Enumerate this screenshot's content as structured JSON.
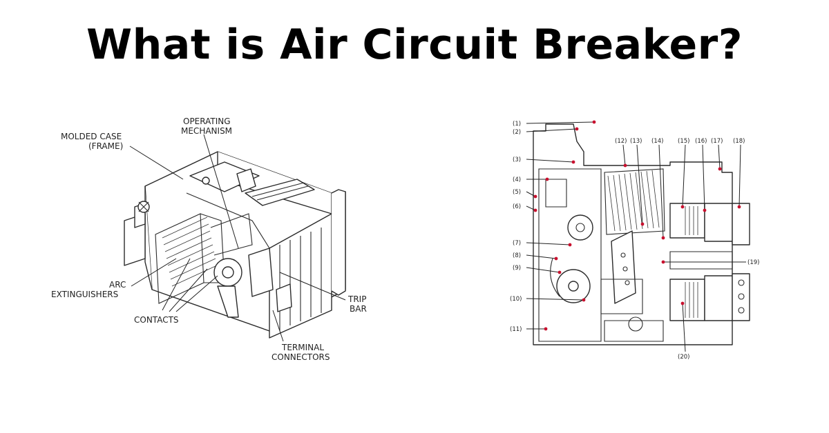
{
  "title": "What is Air Circuit Breaker?",
  "left_diagram": {
    "labels": {
      "molded_case_1": "MOLDED CASE",
      "molded_case_2": "(FRAME)",
      "operating_1": "OPERATING",
      "operating_2": "MECHANISM",
      "arc_1": "ARC",
      "arc_2": "EXTINGUISHERS",
      "contacts": "CONTACTS",
      "trip_1": "TRIP",
      "trip_2": "BAR",
      "terminal_1": "TERMINAL",
      "terminal_2": "CONNECTORS"
    }
  },
  "right_diagram": {
    "numbers": {
      "n1": "(1)",
      "n2": "(2)",
      "n3": "(3)",
      "n4": "(4)",
      "n5": "(5)",
      "n6": "(6)",
      "n7": "(7)",
      "n8": "(8)",
      "n9": "(9)",
      "n10": "(10)",
      "n11": "(11)",
      "n12": "(12)",
      "n13": "(13)",
      "n14": "(14)",
      "n15": "(15)",
      "n16": "(16)",
      "n17": "(17)",
      "n18": "(18)",
      "n19": "(19)",
      "n20": "(20)"
    },
    "marker_color": "#c8102e"
  }
}
